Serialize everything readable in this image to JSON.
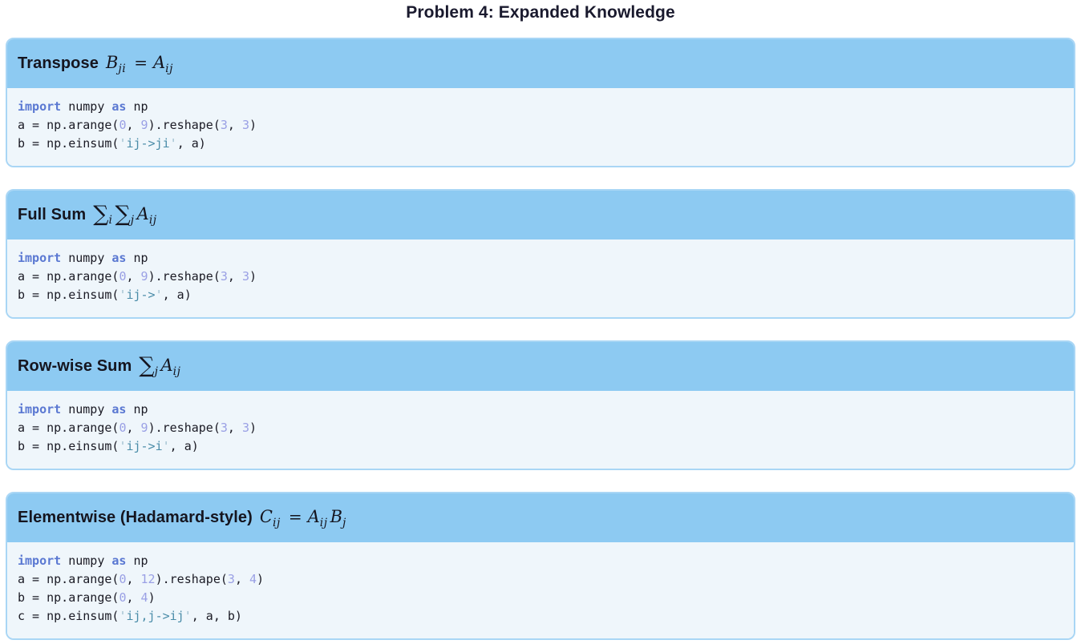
{
  "page": {
    "title": "Problem 4: Expanded Knowledge"
  },
  "colors": {
    "title_text": "#1a1a2e",
    "header_text": "#15151f",
    "header_bg": "#8dcaf2",
    "card_border": "#a9d6f5",
    "body_bg": "#eff6fb",
    "code_text": "#1a1a24",
    "keyword": "#5a78d2",
    "number": "#9aa0e5",
    "string": "#4a8ca8",
    "string_quote": "#9dbfcf"
  },
  "cards": [
    {
      "title": "Transpose",
      "math": [
        {
          "type": "var",
          "text": "B"
        },
        {
          "type": "sub",
          "text": "ji"
        },
        {
          "type": "rel",
          "text": "="
        },
        {
          "type": "var",
          "text": "A"
        },
        {
          "type": "sub",
          "text": "ij"
        }
      ],
      "code": [
        [
          [
            "kw",
            "import"
          ],
          [
            "pl",
            " numpy "
          ],
          [
            "kw",
            "as"
          ],
          [
            "pl",
            " np"
          ]
        ],
        [
          [
            "pl",
            "a = np.arange("
          ],
          [
            "num",
            "0"
          ],
          [
            "pl",
            ", "
          ],
          [
            "num",
            "9"
          ],
          [
            "pl",
            ").reshape("
          ],
          [
            "num",
            "3"
          ],
          [
            "pl",
            ", "
          ],
          [
            "num",
            "3"
          ],
          [
            "pl",
            ")"
          ]
        ],
        [
          [
            "pl",
            "b = np.einsum("
          ],
          [
            "sq",
            "'"
          ],
          [
            "str",
            "ij->ji"
          ],
          [
            "sq",
            "'"
          ],
          [
            "pl",
            ", a)"
          ]
        ]
      ]
    },
    {
      "title": "Full Sum",
      "math": [
        {
          "type": "sum",
          "text": "∑"
        },
        {
          "type": "sub",
          "text": "i"
        },
        {
          "type": "sum",
          "text": "∑"
        },
        {
          "type": "sub",
          "text": "j"
        },
        {
          "type": "var",
          "text": "A"
        },
        {
          "type": "sub",
          "text": "ij"
        }
      ],
      "code": [
        [
          [
            "kw",
            "import"
          ],
          [
            "pl",
            " numpy "
          ],
          [
            "kw",
            "as"
          ],
          [
            "pl",
            " np"
          ]
        ],
        [
          [
            "pl",
            "a = np.arange("
          ],
          [
            "num",
            "0"
          ],
          [
            "pl",
            ", "
          ],
          [
            "num",
            "9"
          ],
          [
            "pl",
            ").reshape("
          ],
          [
            "num",
            "3"
          ],
          [
            "pl",
            ", "
          ],
          [
            "num",
            "3"
          ],
          [
            "pl",
            ")"
          ]
        ],
        [
          [
            "pl",
            "b = np.einsum("
          ],
          [
            "sq",
            "'"
          ],
          [
            "str",
            "ij->"
          ],
          [
            "sq",
            "'"
          ],
          [
            "pl",
            ", a)"
          ]
        ]
      ]
    },
    {
      "title": "Row-wise Sum",
      "math": [
        {
          "type": "sum",
          "text": "∑"
        },
        {
          "type": "sub",
          "text": "j"
        },
        {
          "type": "var",
          "text": "A"
        },
        {
          "type": "sub",
          "text": "ij"
        }
      ],
      "code": [
        [
          [
            "kw",
            "import"
          ],
          [
            "pl",
            " numpy "
          ],
          [
            "kw",
            "as"
          ],
          [
            "pl",
            " np"
          ]
        ],
        [
          [
            "pl",
            "a = np.arange("
          ],
          [
            "num",
            "0"
          ],
          [
            "pl",
            ", "
          ],
          [
            "num",
            "9"
          ],
          [
            "pl",
            ").reshape("
          ],
          [
            "num",
            "3"
          ],
          [
            "pl",
            ", "
          ],
          [
            "num",
            "3"
          ],
          [
            "pl",
            ")"
          ]
        ],
        [
          [
            "pl",
            "b = np.einsum("
          ],
          [
            "sq",
            "'"
          ],
          [
            "str",
            "ij->i"
          ],
          [
            "sq",
            "'"
          ],
          [
            "pl",
            ", a)"
          ]
        ]
      ]
    },
    {
      "title": "Elementwise (Hadamard-style)",
      "math": [
        {
          "type": "var",
          "text": "C"
        },
        {
          "type": "sub",
          "text": "ij"
        },
        {
          "type": "rel",
          "text": "="
        },
        {
          "type": "var",
          "text": "A"
        },
        {
          "type": "sub",
          "text": "ij"
        },
        {
          "type": "var",
          "text": "B"
        },
        {
          "type": "sub",
          "text": "j"
        }
      ],
      "code": [
        [
          [
            "kw",
            "import"
          ],
          [
            "pl",
            " numpy "
          ],
          [
            "kw",
            "as"
          ],
          [
            "pl",
            " np"
          ]
        ],
        [
          [
            "pl",
            "a = np.arange("
          ],
          [
            "num",
            "0"
          ],
          [
            "pl",
            ", "
          ],
          [
            "num",
            "12"
          ],
          [
            "pl",
            ").reshape("
          ],
          [
            "num",
            "3"
          ],
          [
            "pl",
            ", "
          ],
          [
            "num",
            "4"
          ],
          [
            "pl",
            ")"
          ]
        ],
        [
          [
            "pl",
            "b = np.arange("
          ],
          [
            "num",
            "0"
          ],
          [
            "pl",
            ", "
          ],
          [
            "num",
            "4"
          ],
          [
            "pl",
            ")"
          ]
        ],
        [
          [
            "pl",
            "c = np.einsum("
          ],
          [
            "sq",
            "'"
          ],
          [
            "str",
            "ij,j->ij"
          ],
          [
            "sq",
            "'"
          ],
          [
            "pl",
            ", a, b)"
          ]
        ]
      ]
    }
  ]
}
